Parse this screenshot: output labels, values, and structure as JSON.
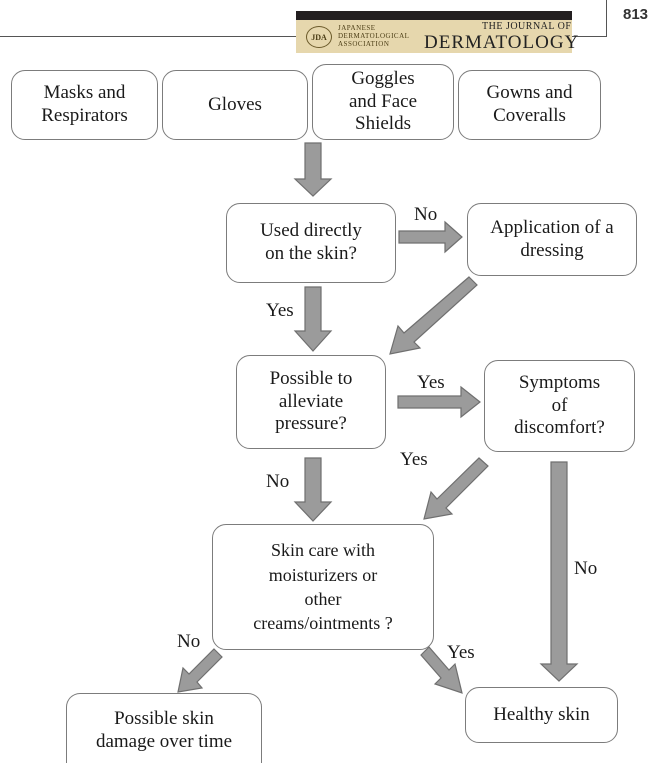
{
  "header": {
    "page_number": "813",
    "logo": {
      "seal": "JDA",
      "association_lines": [
        "JAPANESE",
        "DERMATOLOGICAL",
        "ASSOCIATION"
      ],
      "journal_top": "THE JOURNAL OF",
      "journal_name": "DERMATOLOGY"
    }
  },
  "flowchart": {
    "ppe": {
      "masks": [
        "Masks and",
        "Respirators"
      ],
      "gloves": [
        "Gloves"
      ],
      "goggles": [
        "Goggles",
        "and Face",
        "Shields"
      ],
      "gowns": [
        "Gowns and",
        "Coveralls"
      ]
    },
    "used_directly": [
      "Used directly",
      "on the skin?"
    ],
    "dressing": [
      "Application of a",
      "dressing"
    ],
    "alleviate": [
      "Possible to",
      "alleviate",
      "pressure?"
    ],
    "symptoms": [
      "Symptoms",
      "of",
      "discomfort?"
    ],
    "skin_care": [
      "Skin care with",
      "moisturizers or",
      "other",
      "creams/ointments ?"
    ],
    "damage": [
      "Possible skin",
      "damage over time"
    ],
    "healthy": [
      "Healthy skin"
    ],
    "labels": {
      "no_dressing": "No",
      "yes_used": "Yes",
      "yes_symptoms": "Yes",
      "yes_disc_to_care": "Yes",
      "no_alleviate": "No",
      "no_symptoms": "No",
      "no_care": "No",
      "yes_care": "Yes"
    }
  }
}
